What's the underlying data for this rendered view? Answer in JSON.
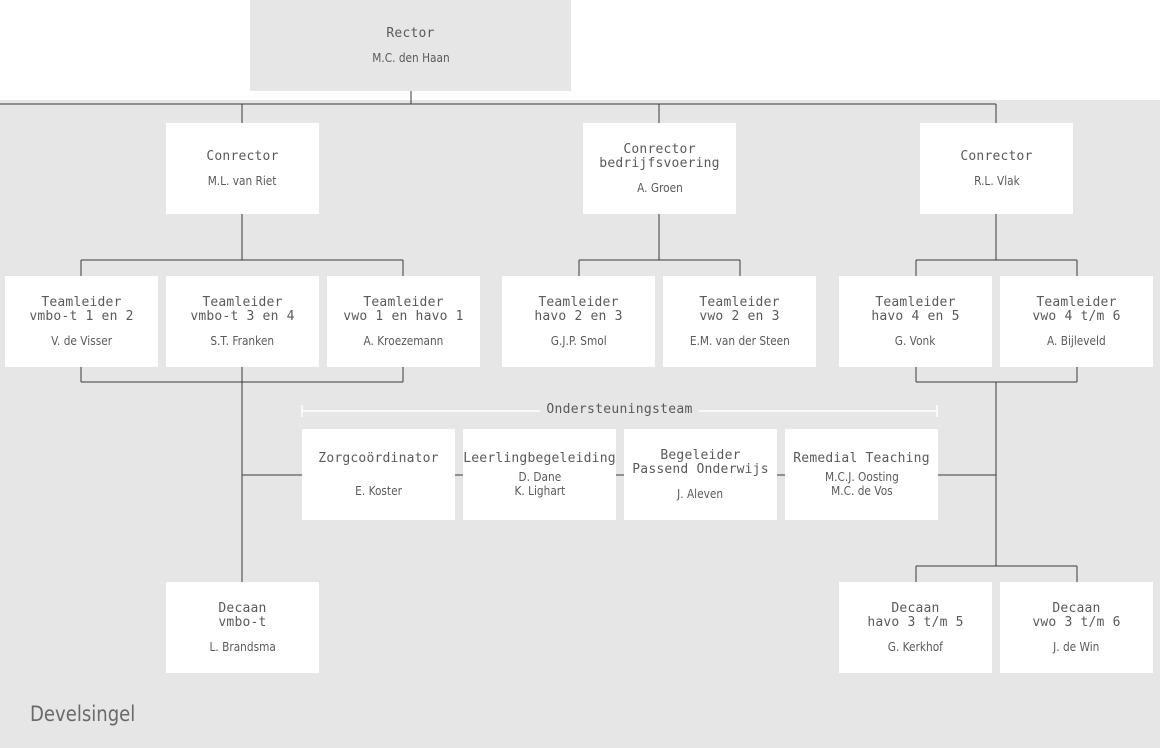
{
  "rector": {
    "role": "Rector",
    "name": "M.C. den Haan"
  },
  "conrectors": [
    {
      "role": "Conrector",
      "name": "M.L. van Riet"
    },
    {
      "role": "Conrector\nbedrijfsvoering",
      "name": "A. Groen"
    },
    {
      "role": "Conrector",
      "name": "R.L. Vlak"
    }
  ],
  "teamleiders": [
    {
      "role": "Teamleider\nvmbo-t 1 en 2",
      "name": "V. de Visser"
    },
    {
      "role": "Teamleider\nvmbo-t 3 en 4",
      "name": "S.T. Franken"
    },
    {
      "role": "Teamleider\nvwo 1 en havo 1",
      "name": "A. Kroezemann"
    },
    {
      "role": "Teamleider\nhavo 2 en 3",
      "name": "G.J.P. Smol"
    },
    {
      "role": "Teamleider\nvwo 2 en 3",
      "name": "E.M. van der Steen"
    },
    {
      "role": "Teamleider\nhavo 4 en 5",
      "name": "G. Vonk"
    },
    {
      "role": "Teamleider\nvwo 4 t/m 6",
      "name": "A. Bijleveld"
    }
  ],
  "support_team": {
    "title": "Ondersteuningsteam",
    "members": [
      {
        "role": "Zorgcoördinator",
        "name": "E. Koster"
      },
      {
        "role": "Leerlingbegeleiding",
        "name": "D. Dane\nK. Lighart"
      },
      {
        "role": "Begeleider\nPassend Onderwijs",
        "name": "J. Aleven"
      },
      {
        "role": "Remedial Teaching",
        "name": "M.C.J. Oosting\nM.C. de Vos"
      }
    ]
  },
  "decanen": [
    {
      "role": "Decaan\nvmbo-t",
      "name": "L. Brandsma"
    },
    {
      "role": "Decaan\nhavo 3 t/m 5",
      "name": "G. Kerkhof"
    },
    {
      "role": "Decaan\nvwo 3 t/m 6",
      "name": "J. de Win"
    }
  ],
  "location": "Develsingel",
  "colors": {
    "background": "#e6e6e6",
    "box": "#ffffff",
    "line": "#3a3a3a",
    "text": "#5a5a5a"
  }
}
